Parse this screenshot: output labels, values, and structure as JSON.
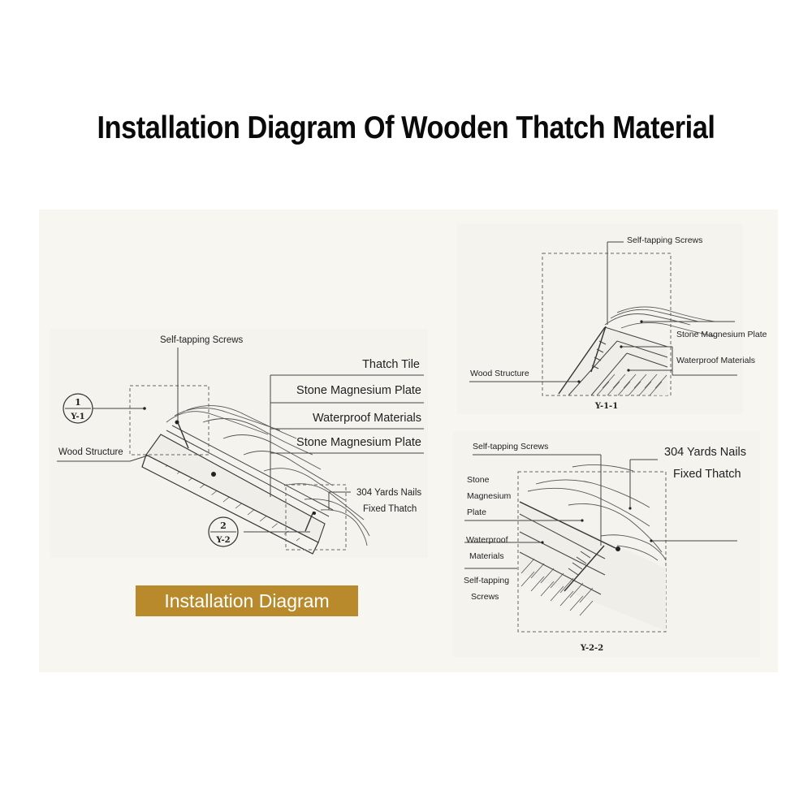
{
  "title": "Installation Diagram Of Wooden Thatch Material",
  "badge": "Installation Diagram",
  "main": {
    "self_tapping_screws": "Self-tapping Screws",
    "thatch_tile": "Thatch Tile",
    "stone_magnesium_plate_1": "Stone Magnesium Plate",
    "waterproof_materials": "Waterproof Materials",
    "stone_magnesium_plate_2": "Stone Magnesium Plate",
    "wood_structure": "Wood Structure",
    "nails_line1": "304 Yards Nails",
    "nails_line2": "Fixed Thatch",
    "callout1_num": "1",
    "callout1_ref": "Y-1",
    "callout2_num": "2",
    "callout2_ref": "Y-2"
  },
  "detail_y11": {
    "caption": "Y-1-1",
    "self_tapping_screws": "Self-tapping Screws",
    "stone_magnesium_plate": "Stone Magnesium Plate",
    "waterproof_materials": "Waterproof Materials",
    "wood_structure": "Wood Structure"
  },
  "detail_y22": {
    "caption": "Y-2-2",
    "self_tapping_screws_top": "Self-tapping Screws",
    "nails_line1": "304 Yards Nails",
    "nails_line2": "Fixed Thatch",
    "stone_l1": "Stone",
    "stone_l2": "Magnesium",
    "stone_l3": "Plate",
    "waterproof_l1": "Waterproof",
    "waterproof_l2": "Materials",
    "screws_l1": "Self-tapping",
    "screws_l2": "Screws"
  },
  "colors": {
    "badge_bg": "#b88a2b",
    "badge_text": "#ffffff",
    "title": "#0a0a0a",
    "paper": "#f4f3ee"
  }
}
